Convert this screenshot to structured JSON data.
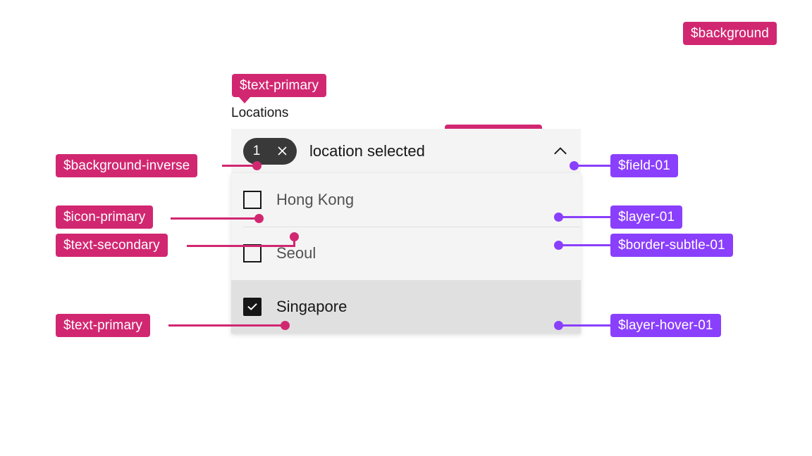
{
  "component": {
    "label": "Locations",
    "field": {
      "selected_count": "1",
      "clear_icon": "close-icon",
      "text": "location selected",
      "toggle_icon": "chevron-up-icon"
    },
    "options": [
      {
        "label": "Hong Kong",
        "checked": false,
        "hover": false
      },
      {
        "label": "Seoul",
        "checked": false,
        "hover": false
      },
      {
        "label": "Singapore",
        "checked": true,
        "hover": true
      }
    ]
  },
  "annotations": {
    "background": "$background",
    "text_primary_label": "$text-primary",
    "icon_primary_field": "$icon-primary",
    "background_inverse": "$background-inverse",
    "icon_primary_cb": "$icon-primary",
    "text_secondary": "$text-secondary",
    "text_primary_item": "$text-primary",
    "field_01": "$field-01",
    "layer_01": "$layer-01",
    "border_subtle_01": "$border-subtle-01",
    "layer_hover_01": "$layer-hover-01"
  },
  "colors": {
    "pink": "#d12771",
    "purple": "#8a3ffc",
    "field": "#f4f4f4",
    "layer_hover": "#e0e0e0",
    "inverse": "#393939",
    "text_primary": "#161616",
    "text_secondary": "#525252"
  }
}
